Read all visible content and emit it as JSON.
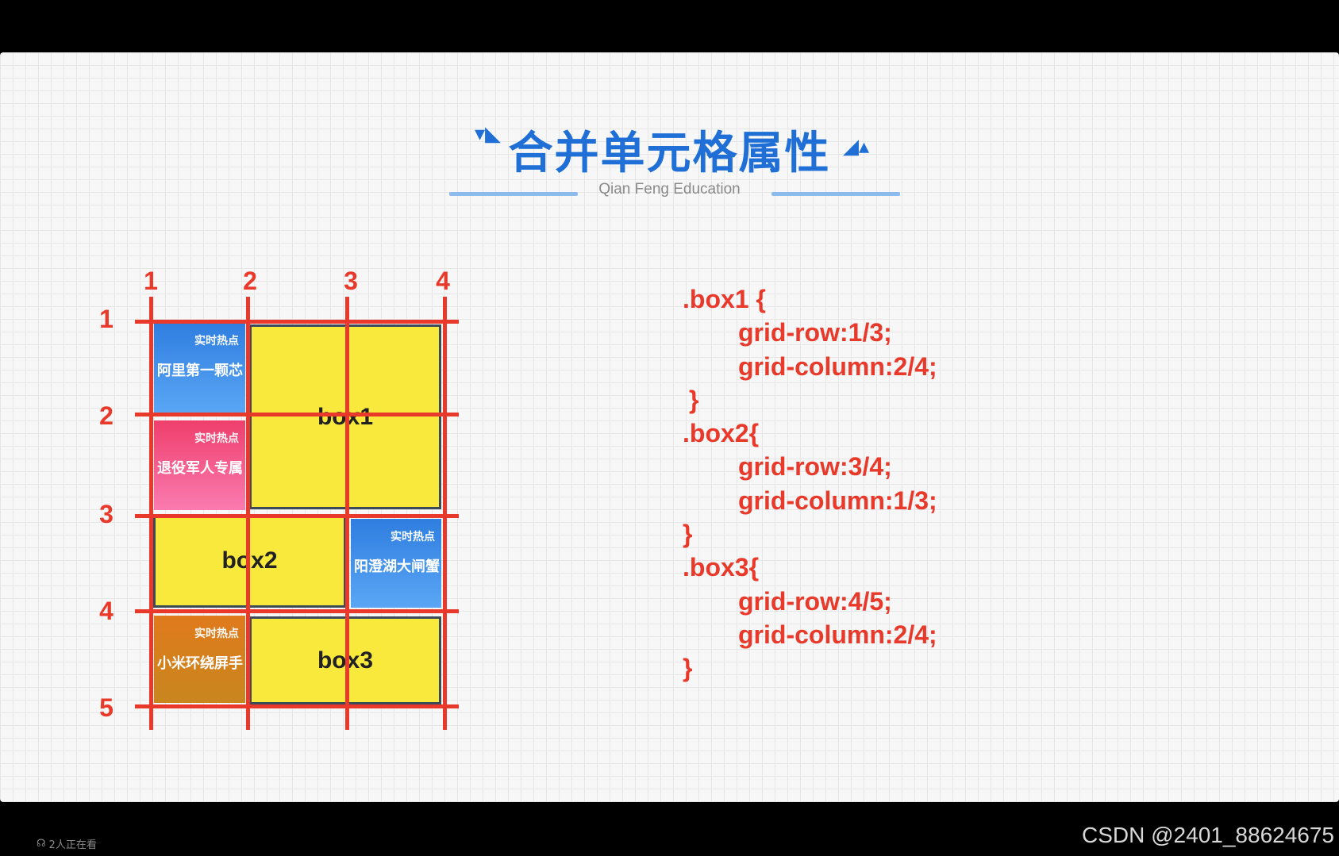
{
  "slide": {
    "title": "合并单元格属性",
    "subtitle": "Qian Feng Education",
    "accent_color": "#1f6fd6",
    "grid_line_color": "#e8392a"
  },
  "diagram": {
    "column_numbers": [
      "1",
      "2",
      "3",
      "4"
    ],
    "row_numbers": [
      "1",
      "2",
      "3",
      "4",
      "5"
    ],
    "boxes": [
      "box1",
      "box2",
      "box3"
    ],
    "tiles": [
      {
        "tag": "实时热点",
        "name": "阿里第一颗芯",
        "color": "blue"
      },
      {
        "tag": "实时热点",
        "name": "退役军人专属",
        "color": "pink"
      },
      {
        "tag": "实时热点",
        "name": "阳澄湖大闸蟹",
        "color": "blue"
      },
      {
        "tag": "实时热点",
        "name": "小米环绕屏手",
        "color": "orange"
      }
    ]
  },
  "code_lines": [
    ".box1 {",
    "grid-row:1/3;",
    "grid-column:2/4;",
    "}",
    ".box2{",
    "grid-row:3/4;",
    "grid-column:1/3;",
    "}",
    ".box3{",
    "grid-row:4/5;",
    "grid-column:2/4;",
    "}"
  ],
  "footer": {
    "viewers": "2人正在看",
    "watermark": "CSDN @2401_88624675"
  }
}
